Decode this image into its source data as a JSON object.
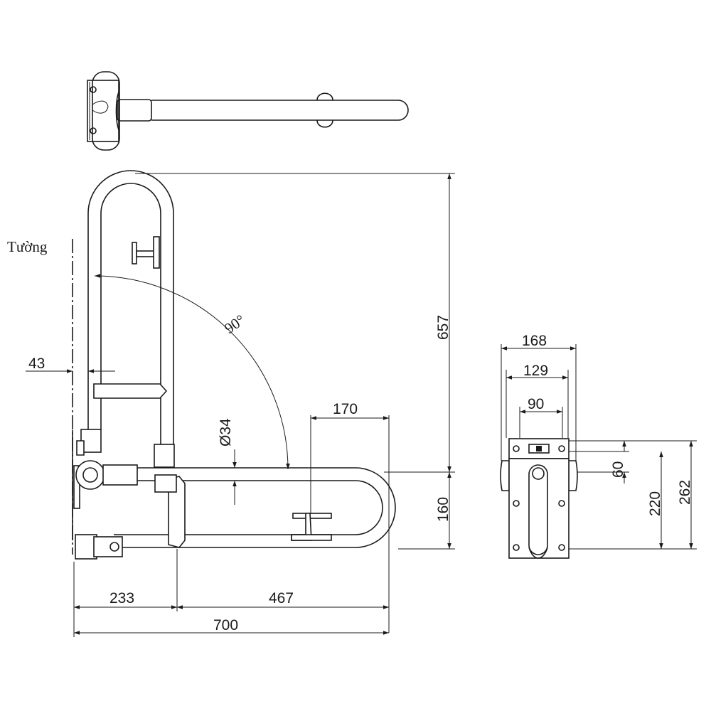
{
  "wall_label": "Tường",
  "angle_label": "90°",
  "diameter_label": "Ø34",
  "side_view": {
    "dim_height_total": "657",
    "dim_height_lower": "160",
    "dim_wall_offset": "43",
    "dim_leg_spacing": "170",
    "dim_base": "233",
    "dim_arm": "467",
    "dim_overall_length": "700"
  },
  "front_view": {
    "dim_width_outer": "168",
    "dim_width_mid": "129",
    "dim_width_inner": "90",
    "dim_height_60": "60",
    "dim_height_220": "220",
    "dim_height_262": "262"
  }
}
